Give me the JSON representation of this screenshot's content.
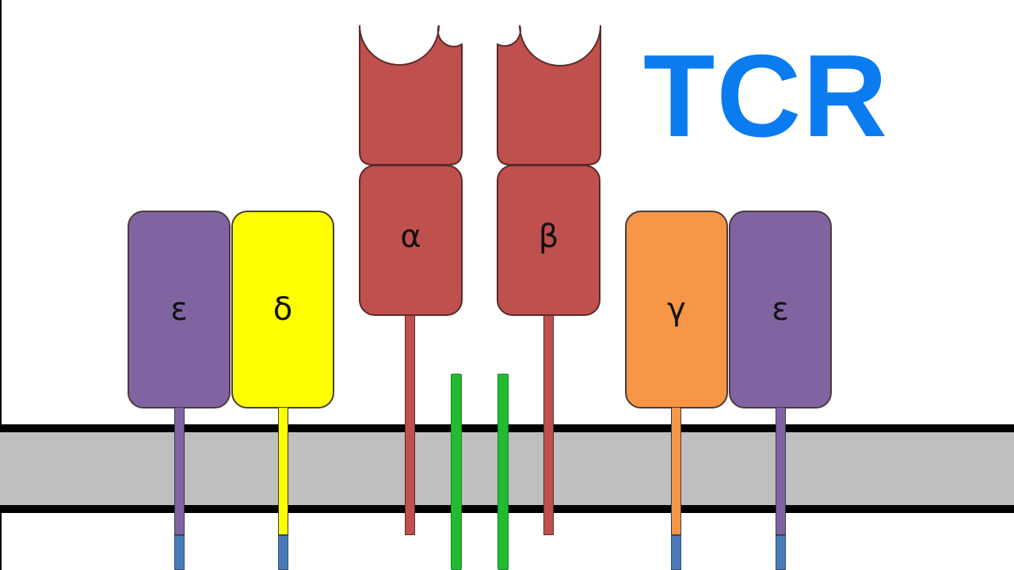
{
  "title": "TCR",
  "chains": {
    "epsilon_left": "ε",
    "delta": "δ",
    "alpha": "α",
    "beta": "β",
    "gamma": "γ",
    "epsilon_right": "ε"
  },
  "colors": {
    "epsilon": "#8064a2",
    "delta": "#ffff00",
    "gamma": "#f79646",
    "tcr_chain": "#c0504d",
    "zeta": "#22bb33",
    "cytoplasmic_tail": "#4a7bb8",
    "membrane": "#bfbfbf",
    "title": "#0a7cf0"
  }
}
